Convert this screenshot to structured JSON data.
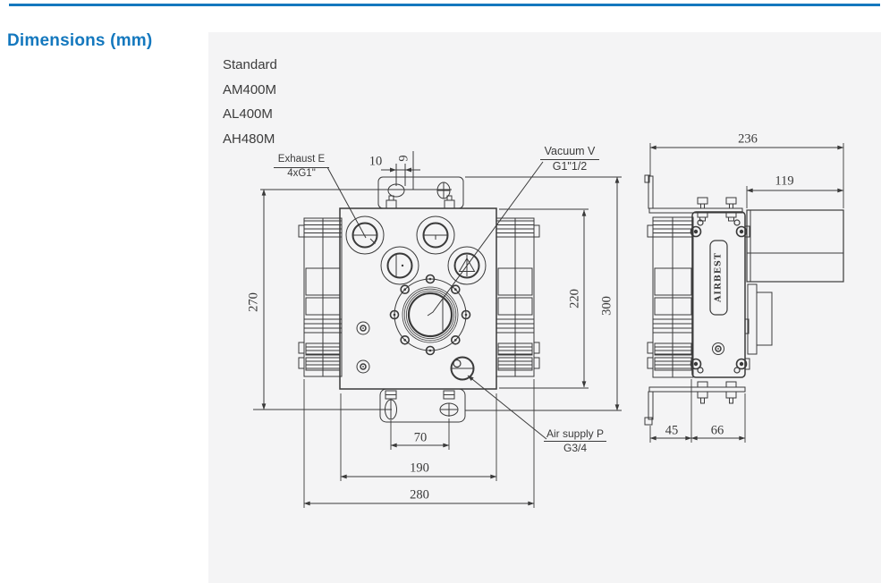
{
  "page": {
    "title": "Dimensions (mm)",
    "accent_color": "#1478be",
    "panel_bg": "#f4f4f5",
    "line_color": "#3a3a3a"
  },
  "models": {
    "heading": "Standard",
    "items": [
      "AM400M",
      "AL400M",
      "AH480M"
    ]
  },
  "ports": {
    "exhaust": {
      "name": "Exhaust E",
      "spec": "4xG1\""
    },
    "vacuum": {
      "name": "Vacuum V",
      "spec": "G1\"1/2"
    },
    "air_supply": {
      "name": "Air supply P",
      "spec": "G3/4"
    }
  },
  "brand": "AIRBEST",
  "dimensions": {
    "front": {
      "slot_width": "10",
      "slot_height": "9",
      "bracket_span_height": "270",
      "body_height": "220",
      "overall_height": "300",
      "slot_spacing": "70",
      "body_width": "190",
      "overall_width": "280"
    },
    "side": {
      "overall_depth": "236",
      "silencer_depth": "119",
      "bracket_offset": "45",
      "body_depth": "66"
    }
  }
}
